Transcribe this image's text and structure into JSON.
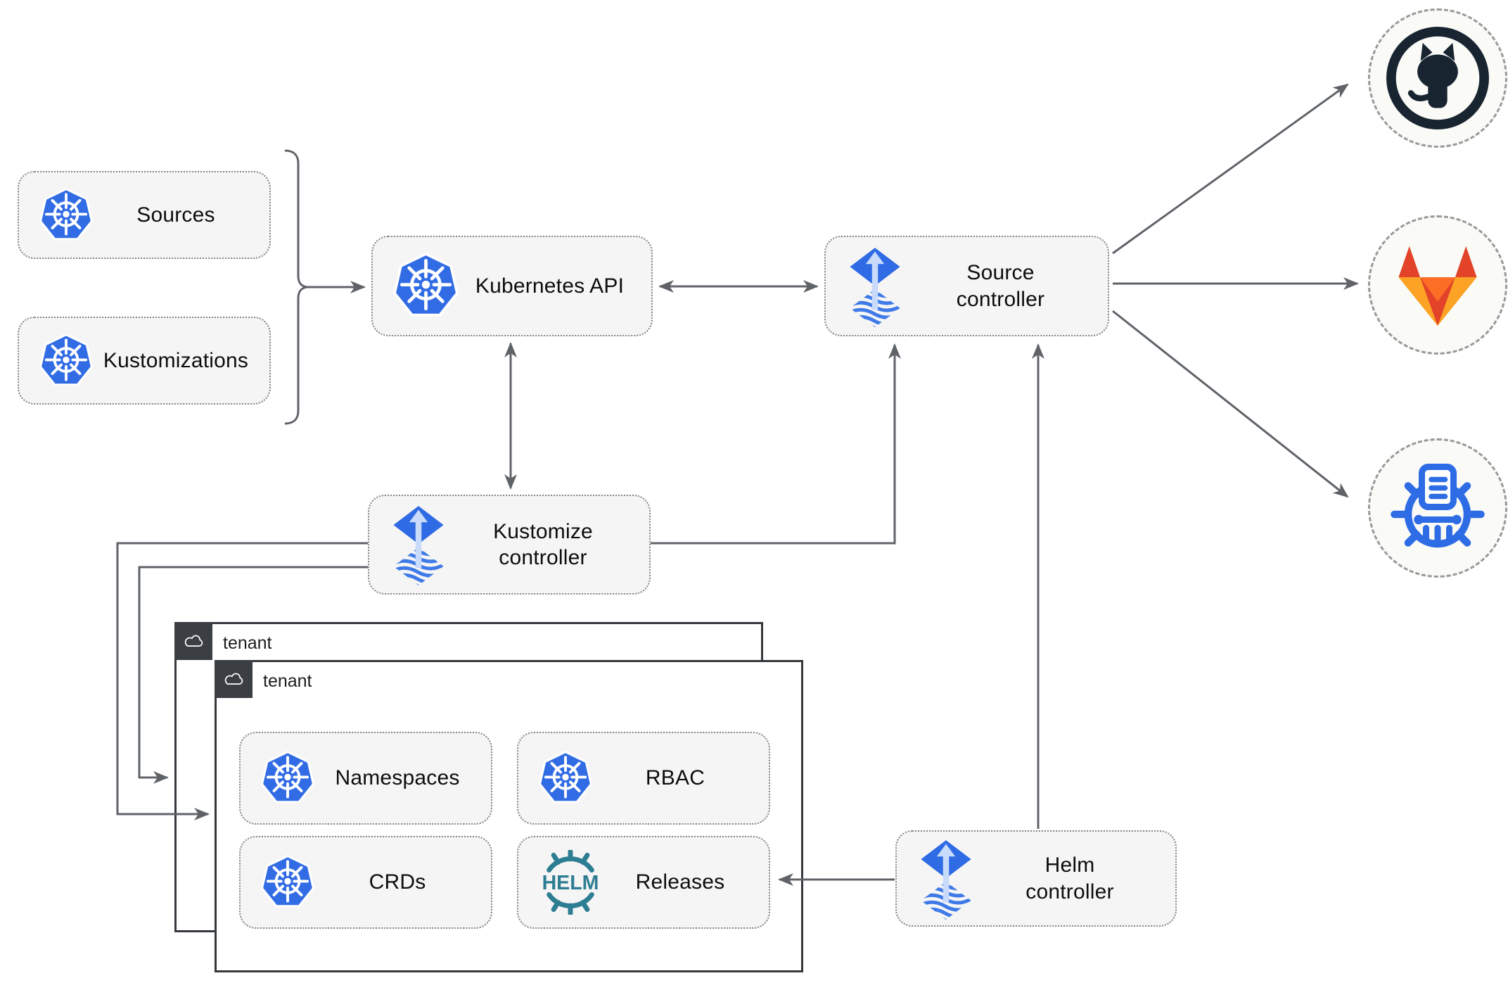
{
  "nodes": {
    "sources": {
      "label": "Sources"
    },
    "kustomizations": {
      "label": "Kustomizations"
    },
    "kubernetes_api": {
      "label": "Kubernetes API"
    },
    "source_controller": {
      "label": "Source\ncontroller"
    },
    "kustomize_controller": {
      "label": "Kustomize\ncontroller"
    },
    "helm_controller": {
      "label": "Helm\ncontroller"
    },
    "namespaces": {
      "label": "Namespaces"
    },
    "rbac": {
      "label": "RBAC"
    },
    "crds": {
      "label": "CRDs"
    },
    "releases": {
      "label": "Releases"
    }
  },
  "groups": {
    "tenant_outer": {
      "label": "tenant"
    },
    "tenant_inner": {
      "label": "tenant"
    }
  },
  "icons": {
    "kubernetes": "kubernetes-wheel-icon",
    "flux": "flux-controller-icon",
    "helm": "helm-wheel-icon",
    "helm_logo_text": "HELM",
    "cloud": "cloud-icon",
    "github": "github-octocat-icon",
    "gitlab": "gitlab-fox-icon",
    "registry": "artifact-registry-icon"
  },
  "colors": {
    "kubernetes_blue": "#326ce5",
    "flux_blue": "#2f6be4",
    "flux_stripe": "#3f7ae8",
    "flux_light": "#c8dbfa",
    "helm_teal": "#2d7d93",
    "github_dark": "#182430",
    "gitlab_red": "#e24329",
    "gitlab_amber": "#fca326",
    "registry_blue": "#2d6ce5",
    "arrow_gray": "#5f6368",
    "node_fill": "#f5f5f5",
    "node_border": "#858585",
    "tenant_border": "#35383c",
    "tenant_header_bg": "#3b3e42"
  }
}
